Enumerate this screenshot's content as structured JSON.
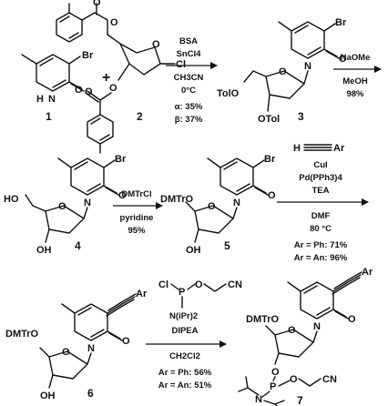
{
  "atoms": {
    "br": "Br",
    "nh_n": "N",
    "nh_h": "H",
    "n": "N",
    "o": "O",
    "cl": "Cl",
    "tolo": "TolO",
    "otol": "OTol",
    "ho": "HO",
    "oh": "OH",
    "dmtro": "DMTrO",
    "ar": "Ar",
    "p": "P",
    "cn": "CN",
    "ipr2": "(iPr)2",
    "n_amine": "N"
  },
  "compounds": {
    "c1": "1",
    "c2": "2",
    "c3": "3",
    "c4": "4",
    "c5": "5",
    "c6": "6",
    "c7": "7"
  },
  "step1": {
    "reagents": [
      "BSA",
      "SnCl4"
    ],
    "conditions": [
      "CH3CN",
      "0°C",
      "α: 35%",
      "β: 37%"
    ]
  },
  "step2": {
    "reagents": [
      "NaOMe"
    ],
    "conditions": [
      "MeOH",
      "98%"
    ]
  },
  "step3": {
    "reagents": [
      "DMTrCl"
    ],
    "conditions": [
      "pyridine",
      "95%"
    ]
  },
  "step4": {
    "alkyne_h": "H",
    "alkyne_ar": "Ar",
    "reagents": [
      "CuI",
      "Pd(PPh3)4",
      "TEA"
    ],
    "conditions": [
      "DMF",
      "80 °C",
      "Ar = Ph: 71%",
      "Ar = An: 96%"
    ]
  },
  "step5": {
    "reagent_cl": "Cl",
    "reagent_p": "P",
    "reagent_o": "O",
    "reagent_cn": "CN",
    "reagent_n": "N(iPr)2",
    "base": "DIPEA",
    "conditions": [
      "CH2Cl2",
      "Ar = Ph: 56%",
      "Ar = An: 51%"
    ]
  }
}
